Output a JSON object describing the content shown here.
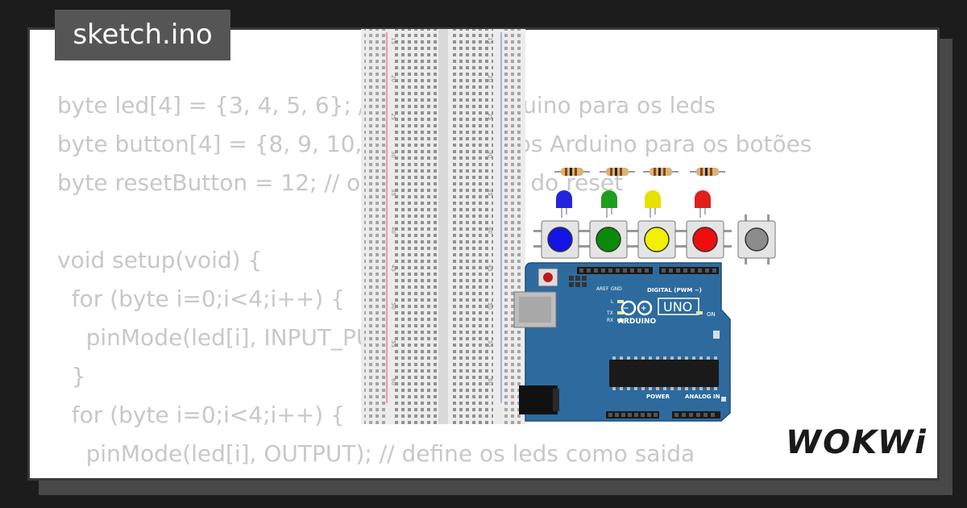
{
  "tab": {
    "title": "sketch.ino"
  },
  "code_lines": [
    "byte led[4] = {3, 4, 5, 6}; // pinos do Arduino para os leds",
    "byte button[4] = {8, 9, 10, 11}; // os pinos Arduino para os botões",
    "byte resetButton = 12; // o pino do botão do reset",
    "",
    "void setup(void) {",
    "  for (byte i=0;i<4;i++) {",
    "    pinMode(led[i], INPUT_PULLUP); // ativa o pull up interno",
    "  }",
    "  for (byte i=0;i<4;i++) {",
    "    pinMode(led[i], OUTPUT); // define os leds como saida",
    "  }"
  ],
  "breadboard": {
    "row_numbers": [
      "15",
      "20",
      "25",
      "30",
      "35",
      "40",
      "45",
      "50",
      "55",
      "60"
    ]
  },
  "arduino": {
    "brand": "ARDUINO",
    "model": "UNO",
    "header_label": "DIGITAL (PWM ~)",
    "power_label": "POWER",
    "analog_label": "ANALOG IN",
    "on_label": "ON",
    "l_label": "L",
    "tx_label": "TX",
    "rx_label": "RX",
    "aref_label": "AREF",
    "gnd_label": "GND"
  },
  "leds": [
    {
      "color": "#2424e0"
    },
    {
      "color": "#1e9e1e"
    },
    {
      "color": "#e8e000"
    },
    {
      "color": "#e01e1e"
    }
  ],
  "buttons": [
    {
      "color": "#1414e6"
    },
    {
      "color": "#0c8a0c"
    },
    {
      "color": "#f0f000"
    },
    {
      "color": "#ee0e0e"
    },
    {
      "color": "#8c8c8c"
    }
  ],
  "brand_logo": "WOKWi",
  "colors": {
    "board_blue": "#2d6b9e",
    "background": "#1c1c1c",
    "card": "#ffffff",
    "code_text": "#c8c8c8",
    "tab": "#555555"
  }
}
